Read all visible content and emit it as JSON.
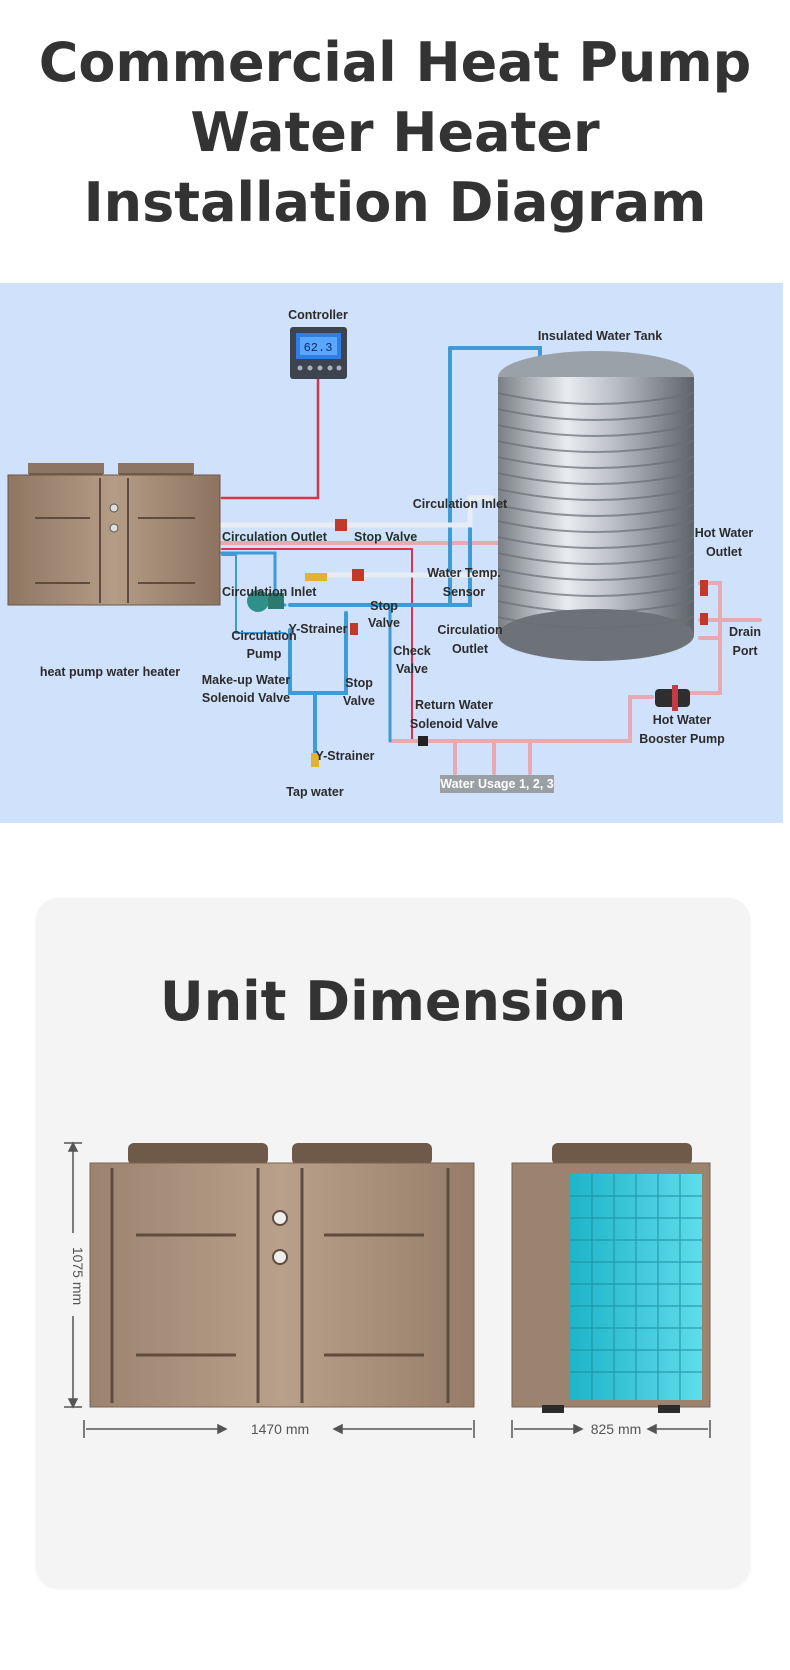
{
  "title_lines": [
    "Commercial Heat Pump",
    "Water Heater",
    "Installation Diagram"
  ],
  "diagram": {
    "labels": {
      "controller": "Controller",
      "controller_display": "62.3",
      "tank": "Insulated Water Tank",
      "circ_inlet_tank": "Circulation Inlet",
      "circ_outlet": "Circulation Outlet",
      "stop_valve_1": "Stop Valve",
      "hot_water_outlet_1": "Hot Water",
      "hot_water_outlet_2": "Outlet",
      "water_temp_1": "Water Temp.",
      "water_temp_2": "Sensor",
      "circ_inlet": "Circulation Inlet",
      "stop_valve_2a": "Stop",
      "stop_valve_2b": "Valve",
      "circ_outlet_tank_1": "Circulation",
      "circ_outlet_tank_2": "Outlet",
      "drain_1": "Drain",
      "drain_2": "Port",
      "y_strainer_1": "Y-Strainer",
      "circ_pump_1": "Circulation",
      "circ_pump_2": "Pump",
      "check_valve_1": "Check",
      "check_valve_2": "Valve",
      "heat_pump": "heat pump water heater",
      "makeup_1": "Make-up Water",
      "makeup_2": "Solenoid Valve",
      "stop_valve_3a": "Stop",
      "stop_valve_3b": "Valve",
      "return_1": "Return Water",
      "return_2": "Solenoid Valve",
      "booster_1": "Hot Water",
      "booster_2": "Booster Pump",
      "y_strainer_2": "Y-Strainer",
      "water_usage": "Water Usage 1, 2, 3",
      "tap_water": "Tap water"
    }
  },
  "unit_dimension": {
    "title": "Unit Dimension",
    "height_label": "1075 mm",
    "width_label": "1470 mm",
    "depth_label": "825 mm"
  },
  "colors": {
    "diagram_bg": "#d0e1fb",
    "cold_pipe": "#3e9bd6",
    "hot_pipe": "#d9344a",
    "unit_body": "#a88d76",
    "fin_coil": "#2ec3d8"
  }
}
